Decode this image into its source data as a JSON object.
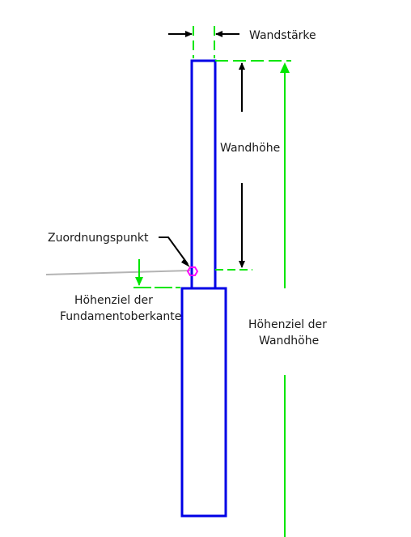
{
  "labels": {
    "wall_thickness": "Wandstärke",
    "wall_height": "Wandhöhe",
    "assignment_point": "Zuordnungspunkt",
    "foundation_top_line1": "Höhenziel der",
    "foundation_top_line2": "Fundamentoberkante",
    "wall_height_target_line1": "Höhenziel der",
    "wall_height_target_line2": "Wandhöhe"
  },
  "colors": {
    "wall_outline": "#0000e6",
    "dimension_lines": "#00e600",
    "arrows": "#000000",
    "assignment_marker": "#ff00ff",
    "reference_line": "#b4b4b4",
    "text": "#1a1a1a"
  }
}
